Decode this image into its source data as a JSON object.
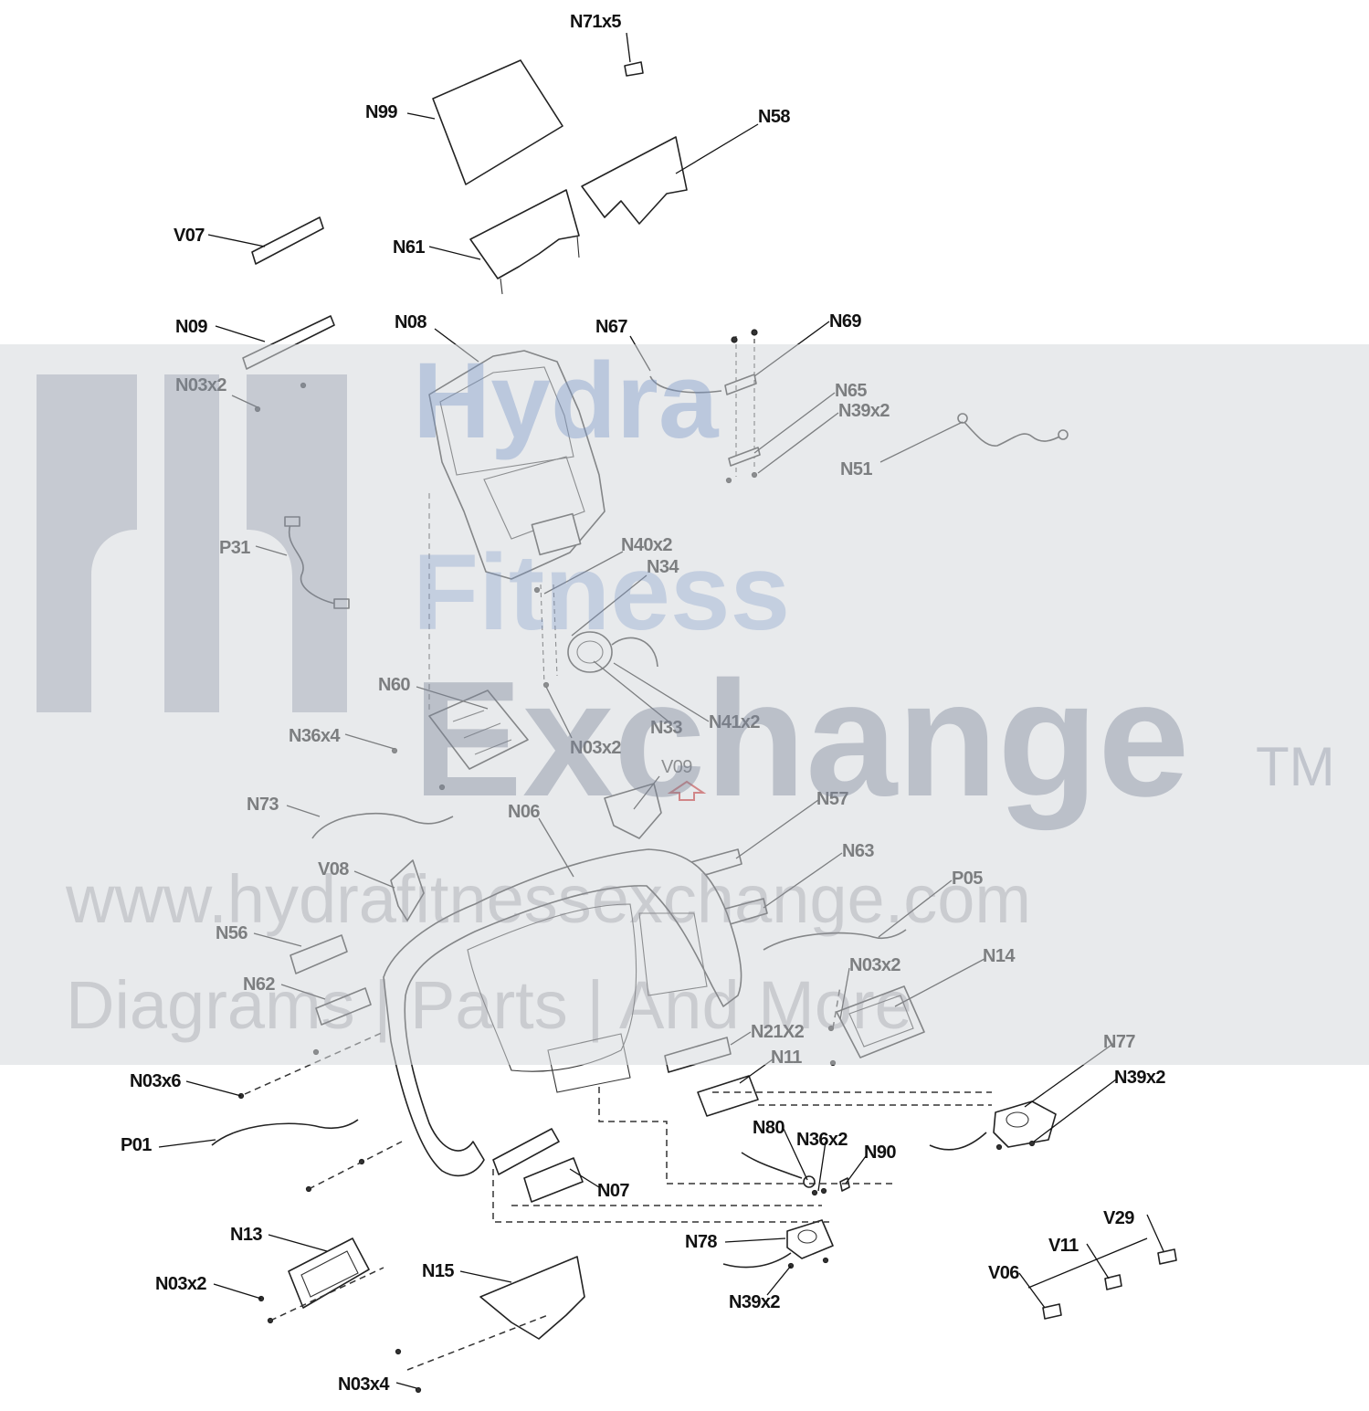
{
  "diagram": {
    "labels": {
      "n71x5": "N71x5",
      "n99": "N99",
      "n58_top": "N58",
      "v07": "V07",
      "n61": "N61",
      "n09": "N09",
      "n08": "N08",
      "n67": "N67",
      "n69": "N69",
      "n03x2_a": "N03x2",
      "n65": "N65",
      "n39x2_a": "N39x2",
      "n51": "N51",
      "p31": "P31",
      "n40x2": "N40x2",
      "n34": "N34",
      "n60": "N60",
      "n36x4": "N36x4",
      "n33": "N33",
      "n41x2": "N41x2",
      "n03x2_b": "N03x2",
      "v09": "V09",
      "n73": "N73",
      "n06": "N06",
      "n57": "N57",
      "n63": "N63",
      "v08": "V08",
      "p05": "P05",
      "n56": "N56",
      "n03x2_c": "N03x2",
      "n14": "N14",
      "n62": "N62",
      "n21x2": "N21X2",
      "n11": "N11",
      "n77": "N77",
      "n03x6": "N03x6",
      "n39x2_b": "N39x2",
      "n80": "N80",
      "n36x2": "N36x2",
      "n90": "N90",
      "p01": "P01",
      "n07": "N07",
      "n13": "N13",
      "v29": "V29",
      "n78": "N78",
      "v11": "V11",
      "n03x2_d": "N03x2",
      "n15": "N15",
      "v06": "V06",
      "n39x2_c": "N39x2",
      "n03x4": "N03x4"
    },
    "colors": {
      "linework": "#111111",
      "callout_arrow": "#cc2222",
      "watermark_band": "#d6d8dc",
      "watermark_text": "#7896c8"
    }
  },
  "watermark": {
    "word1": "Hydra",
    "word2": "Fitness",
    "word3": "Exchange",
    "tm": "TM",
    "url": "www.hydrafitnessexchange.com",
    "tagline": "Diagrams | Parts | And More"
  }
}
